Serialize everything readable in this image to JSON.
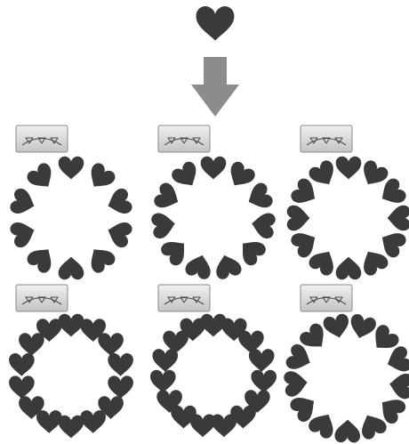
{
  "source_shape": {
    "icon": "heart-icon",
    "color": "#3a3a3a"
  },
  "arrow": {
    "icon": "arrow-down-icon",
    "color": "#8c8c8c"
  },
  "button_style": {
    "fill_top": "#f0f0f0",
    "fill_bottom": "#c4c4c4",
    "border": "#8a8a8a",
    "glyph": "#4a4a4a"
  },
  "variants": [
    {
      "id": "variant-1",
      "icon": "arc-array-icon",
      "copies": 10,
      "rotate_copies": true,
      "start_angle_deg": 90
    },
    {
      "id": "variant-2",
      "icon": "arc-array-icon",
      "copies": 11,
      "rotate_copies": true,
      "start_angle_deg": 90
    },
    {
      "id": "variant-3",
      "icon": "arc-array-icon",
      "copies": 12,
      "rotate_copies": true,
      "start_angle_deg": 90
    },
    {
      "id": "variant-4",
      "icon": "arc-array-icon",
      "copies": 14,
      "rotate_copies": false,
      "start_angle_deg": 90
    },
    {
      "id": "variant-5",
      "icon": "arc-array-icon",
      "copies": 15,
      "rotate_copies": false,
      "start_angle_deg": 90
    },
    {
      "id": "variant-6",
      "icon": "arc-array-icon",
      "copies": 13,
      "rotate_copies": true,
      "start_angle_deg": 75
    }
  ]
}
